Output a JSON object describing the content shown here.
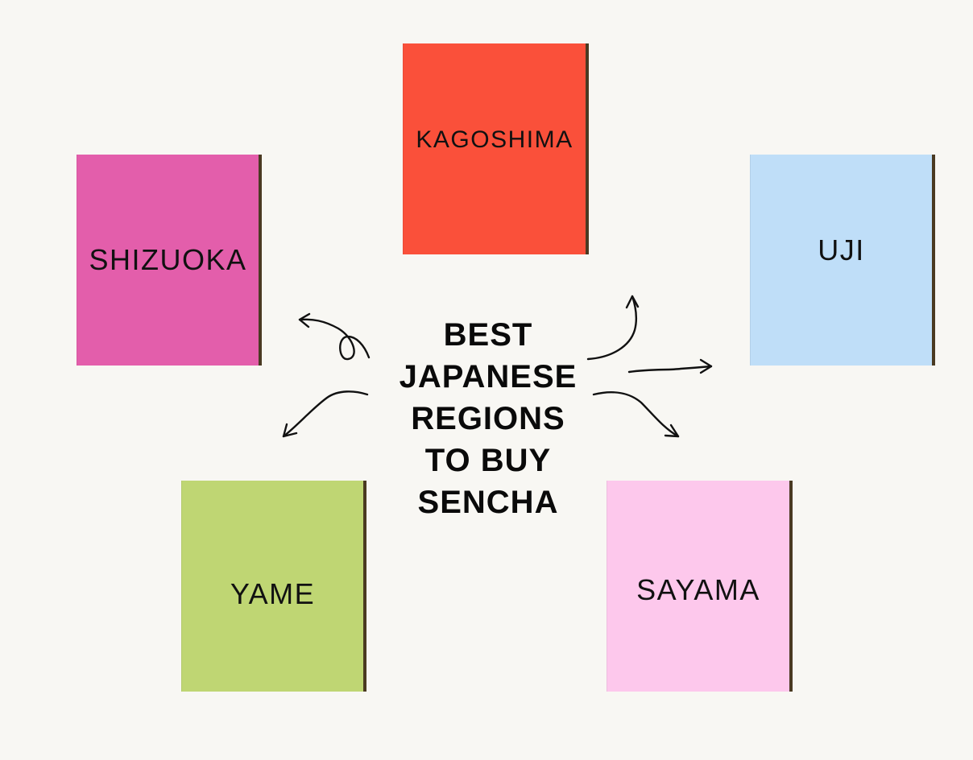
{
  "title_lines": [
    "BEST",
    "JAPANESE",
    "REGIONS",
    "TO BUY",
    "SENCHA"
  ],
  "regions": [
    {
      "name": "SHIZUOKA",
      "color": "#e35eab"
    },
    {
      "name": "KAGOSHIMA",
      "color": "#fa503a"
    },
    {
      "name": "UJI",
      "color": "#bfdef8"
    },
    {
      "name": "YAME",
      "color": "#bfd673"
    },
    {
      "name": "SAYAMA",
      "color": "#fdc8ec"
    }
  ],
  "colors": {
    "background": "#f8f7f3",
    "box_edge": "#4a3a22",
    "text": "#111111"
  }
}
